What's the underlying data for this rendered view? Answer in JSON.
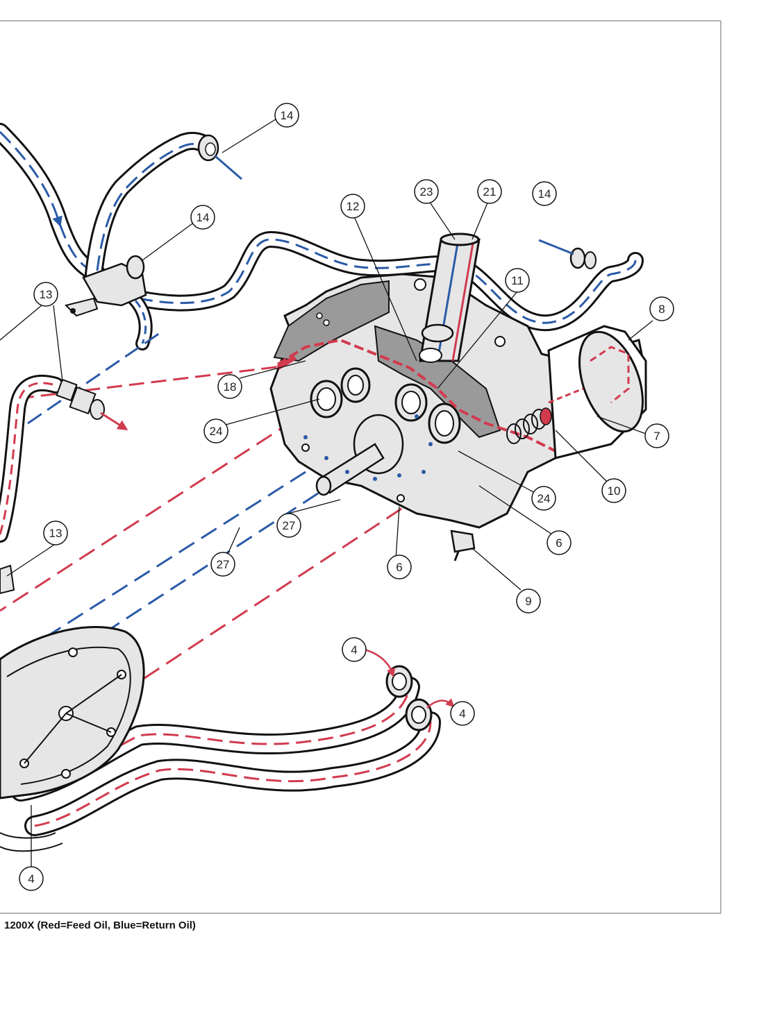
{
  "caption": "1200X (Red=Feed Oil, Blue=Return Oil)",
  "colors": {
    "feed_oil": "#d23a4e",
    "return_oil": "#2a5aa8",
    "outline": "#111111",
    "housing_fill": "#e6e6e6",
    "shadow_fill": "#9a9a9a",
    "frame": "#999999"
  },
  "callouts": [
    {
      "id": "c14a",
      "label": "14"
    },
    {
      "id": "c14b",
      "label": "14"
    },
    {
      "id": "c14c",
      "label": "14"
    },
    {
      "id": "c23",
      "label": "23"
    },
    {
      "id": "c21",
      "label": "21"
    },
    {
      "id": "c12",
      "label": "12"
    },
    {
      "id": "c11",
      "label": "11"
    },
    {
      "id": "c8",
      "label": "8"
    },
    {
      "id": "c13a",
      "label": "13"
    },
    {
      "id": "c13b",
      "label": "13"
    },
    {
      "id": "c18",
      "label": "18"
    },
    {
      "id": "c24a",
      "label": "24"
    },
    {
      "id": "c24b",
      "label": "24"
    },
    {
      "id": "c7",
      "label": "7"
    },
    {
      "id": "c10",
      "label": "10"
    },
    {
      "id": "c27a",
      "label": "27"
    },
    {
      "id": "c27b",
      "label": "27"
    },
    {
      "id": "c6a",
      "label": "6"
    },
    {
      "id": "c6b",
      "label": "6"
    },
    {
      "id": "c9",
      "label": "9"
    },
    {
      "id": "c4a",
      "label": "4"
    },
    {
      "id": "c4b",
      "label": "4"
    },
    {
      "id": "c4c",
      "label": "4"
    }
  ]
}
